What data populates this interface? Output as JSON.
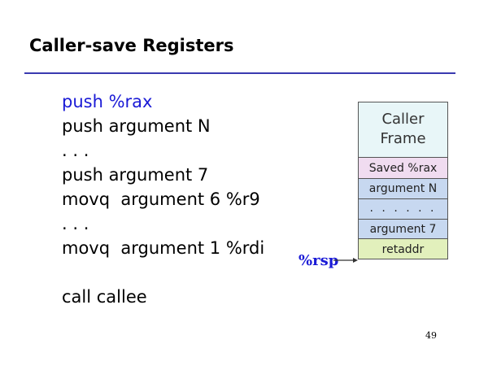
{
  "slide": {
    "title": "Caller-save Registers",
    "page_number": "49"
  },
  "code": {
    "lines": [
      "push %rax",
      "push argument N",
      ". . .",
      "push argument 7",
      "movq  argument 6 %r9",
      ". . .",
      "movq  argument 1 %rdi",
      "",
      "call callee"
    ]
  },
  "stack": {
    "caller_frame_line1": "Caller",
    "caller_frame_line2": "Frame",
    "saved": "Saved %rax",
    "arg_n": "argument N",
    "dots": ". . . . . .",
    "arg_7": "argument 7",
    "retaddr": "retaddr"
  },
  "pointer": {
    "label": "%rsp"
  },
  "colors": {
    "accent_blue": "#1a1ad6",
    "title_rule": "#3a3ab0",
    "caller_fill": "#e8f6f8",
    "saved_fill": "#f0dcf0",
    "arg_fill": "#c7d8f0",
    "retaddr_fill": "#e2f0bc"
  }
}
